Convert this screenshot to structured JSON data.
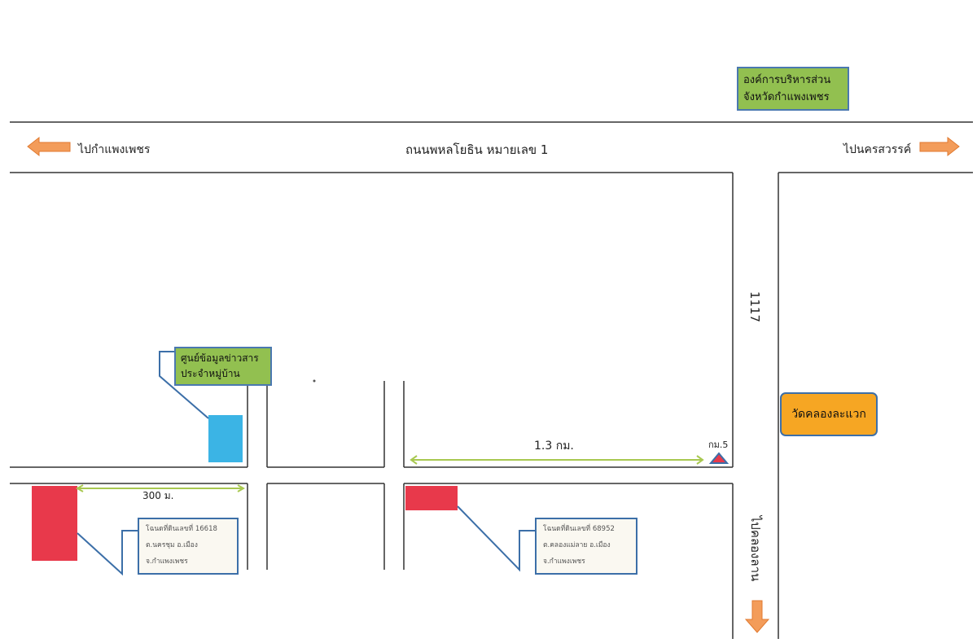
{
  "header": {
    "org_line1": "องค์การบริหารส่วน",
    "org_line2": "จังหวัดกำแพงเพชร"
  },
  "main_road": {
    "left_direction": "ไปกำแพงเพชร",
    "name": "ถนนพหลโยธิน หมายเลข 1",
    "right_direction": "ไปนครสวรรค์"
  },
  "side_road": {
    "number": "1117",
    "direction": "ไปคลองลาน"
  },
  "landmarks": {
    "info_center_line1": "ศูนย์ข้อมูลข่าวสาร",
    "info_center_line2": "ประจำหมู่บ้าน",
    "temple": "วัดคลองละแวก",
    "km_marker": "กม.5"
  },
  "distances": {
    "long": "1.3 กม.",
    "short": "300 ม."
  },
  "deeds": {
    "left": {
      "line1": "โฉนดที่ดินเลขที่ 16618",
      "line2": "ต.นครชุม อ.เมือง",
      "line3": "จ.กำแพงเพชร"
    },
    "right": {
      "line1": "โฉนดที่ดินเลขที่ 68952",
      "line2": "ต.คลองแม่ลาย อ.เมือง",
      "line3": "จ.กำแพงเพชร"
    }
  },
  "colors": {
    "road": "#333333",
    "arrow": "#f39c5a",
    "info_center": "#3bb4e5",
    "parcel": "#e8394b",
    "label_green": "#92c050",
    "temple": "#f6a623",
    "leader": "#3c6fa8",
    "distance": "#a8c850"
  }
}
